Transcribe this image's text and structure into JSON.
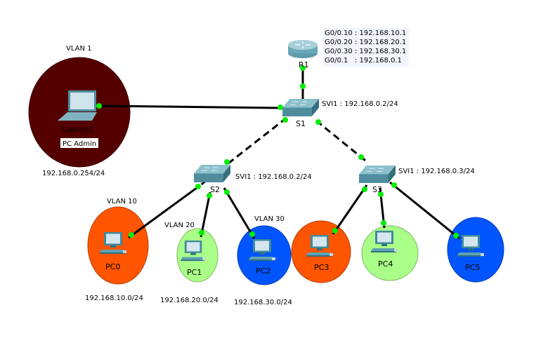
{
  "colors": {
    "vlan1": "#550000",
    "vlan10": "#ff5500",
    "vlan20": "#aaff88",
    "vlan30": "#0055ff",
    "link": "#000000",
    "port_up": "#00ee00"
  },
  "router": {
    "name": "R1",
    "icon": "router-icon",
    "interfaces": [
      "G0/0.10 : 192.168.10.1",
      "G0/0.20 : 192.168.20.1",
      "G0/0.30 : 192.168.30.1",
      "G0/0.1   : 192.168.0.1"
    ]
  },
  "switches": [
    {
      "name": "S1",
      "svi": "SVI1 : 192.168.0.2/24"
    },
    {
      "name": "S2",
      "svi": "SVI1 : 192.168.0.2/24"
    },
    {
      "name": "S3",
      "svi": "SVI1 : 192.168.0.3/24"
    }
  ],
  "laptop": {
    "name": "Laptop1",
    "note": "PC Admin",
    "vlan": "VLAN 1",
    "ip": "192.168.0.254/24"
  },
  "pcs": [
    {
      "name": "PC0",
      "vlan": "VLAN 10",
      "network": "192.168.10.0/24"
    },
    {
      "name": "PC1",
      "vlan": "VLAN 20",
      "network": "192.168.20.0/24"
    },
    {
      "name": "PC2",
      "vlan": "VLAN 30",
      "network": "192.168.30.0/24"
    },
    {
      "name": "PC3"
    },
    {
      "name": "PC4"
    },
    {
      "name": "PC5"
    }
  ],
  "links": [
    {
      "from": "Laptop1",
      "to": "S1",
      "type": "straight"
    },
    {
      "from": "R1",
      "to": "S1",
      "type": "straight"
    },
    {
      "from": "S1",
      "to": "S2",
      "type": "crossover"
    },
    {
      "from": "S1",
      "to": "S3",
      "type": "crossover"
    },
    {
      "from": "S2",
      "to": "PC0",
      "type": "straight"
    },
    {
      "from": "S2",
      "to": "PC1",
      "type": "straight"
    },
    {
      "from": "S2",
      "to": "PC2",
      "type": "straight"
    },
    {
      "from": "S3",
      "to": "PC3",
      "type": "straight"
    },
    {
      "from": "S3",
      "to": "PC4",
      "type": "straight"
    },
    {
      "from": "S3",
      "to": "PC5",
      "type": "straight"
    }
  ]
}
